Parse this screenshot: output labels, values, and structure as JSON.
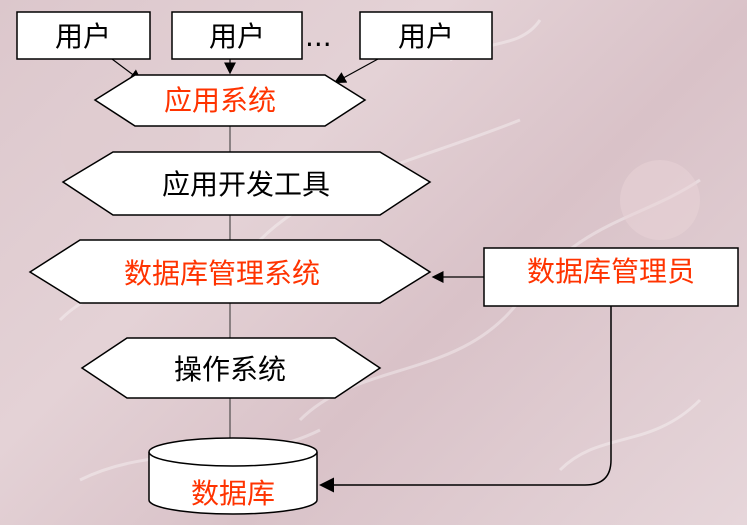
{
  "users": [
    "用户",
    "用户",
    "用户"
  ],
  "ellipsis": "...",
  "layers": {
    "app_system": "应用系统",
    "dev_tools": "应用开发工具",
    "dbms": "数据库管理系统",
    "os": "操作系统",
    "database": "数据库"
  },
  "dba": "数据库管理员",
  "colors": {
    "highlight_text": "#ff3300",
    "normal_text": "#000000",
    "shape_fill": "#ffffff",
    "line": "#000000"
  }
}
